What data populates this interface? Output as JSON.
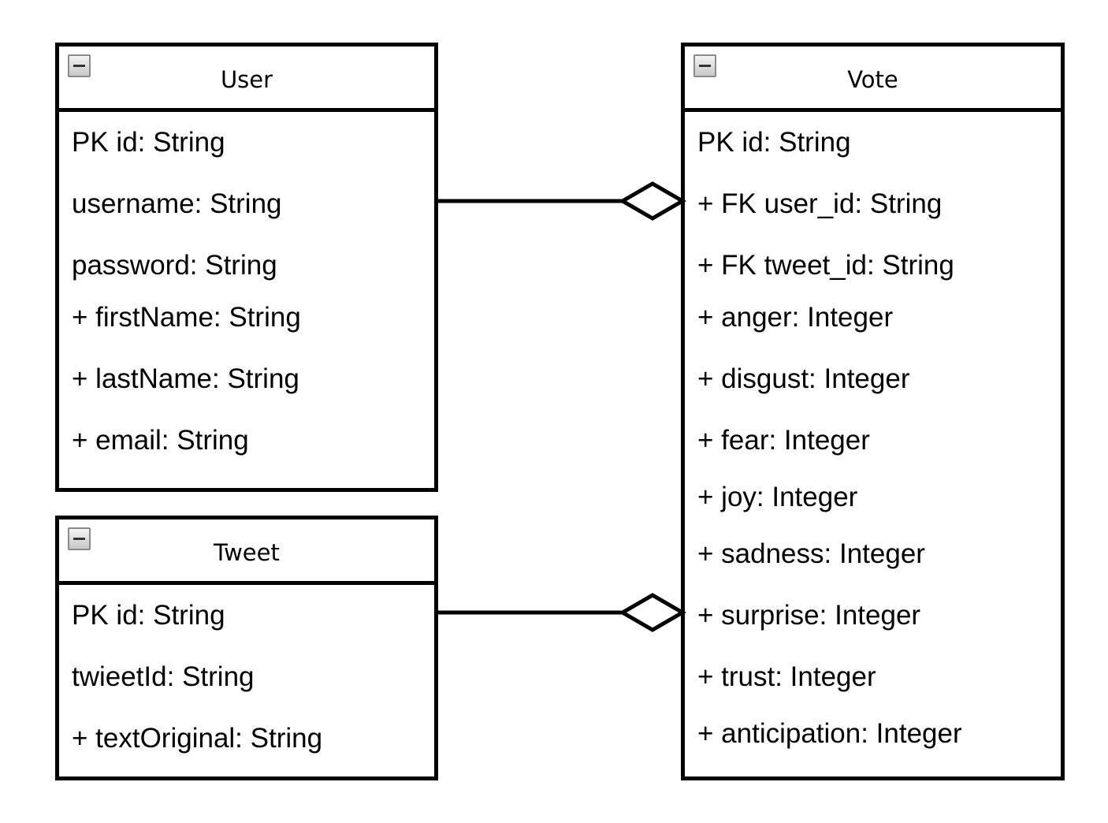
{
  "classes": {
    "user": {
      "name": "User",
      "attributes": [
        "PK id: String",
        "username: String",
        "password: String",
        "+ firstName: String",
        "+ lastName: String",
        "+ email: String"
      ]
    },
    "tweet": {
      "name": "Tweet",
      "attributes": [
        "PK id: String",
        "twieetId: String",
        "+ textOriginal: String"
      ]
    },
    "vote": {
      "name": "Vote",
      "attributes": [
        "PK id: String",
        "+ FK user_id: String",
        "+ FK tweet_id: String",
        "+ anger: Integer",
        "+ disgust: Integer",
        "+ fear: Integer",
        "+ joy: Integer",
        "+ sadness: Integer",
        "+ surprise: Integer",
        "+ trust: Integer",
        "+ anticipation: Integer"
      ]
    }
  },
  "relationships": [
    {
      "from": "User",
      "to": "Vote",
      "type": "aggregation"
    },
    {
      "from": "Tweet",
      "to": "Vote",
      "type": "aggregation"
    }
  ],
  "icons": {
    "collapse": "minus-box-icon"
  },
  "colors": {
    "line": "#000000",
    "background": "#ffffff"
  }
}
